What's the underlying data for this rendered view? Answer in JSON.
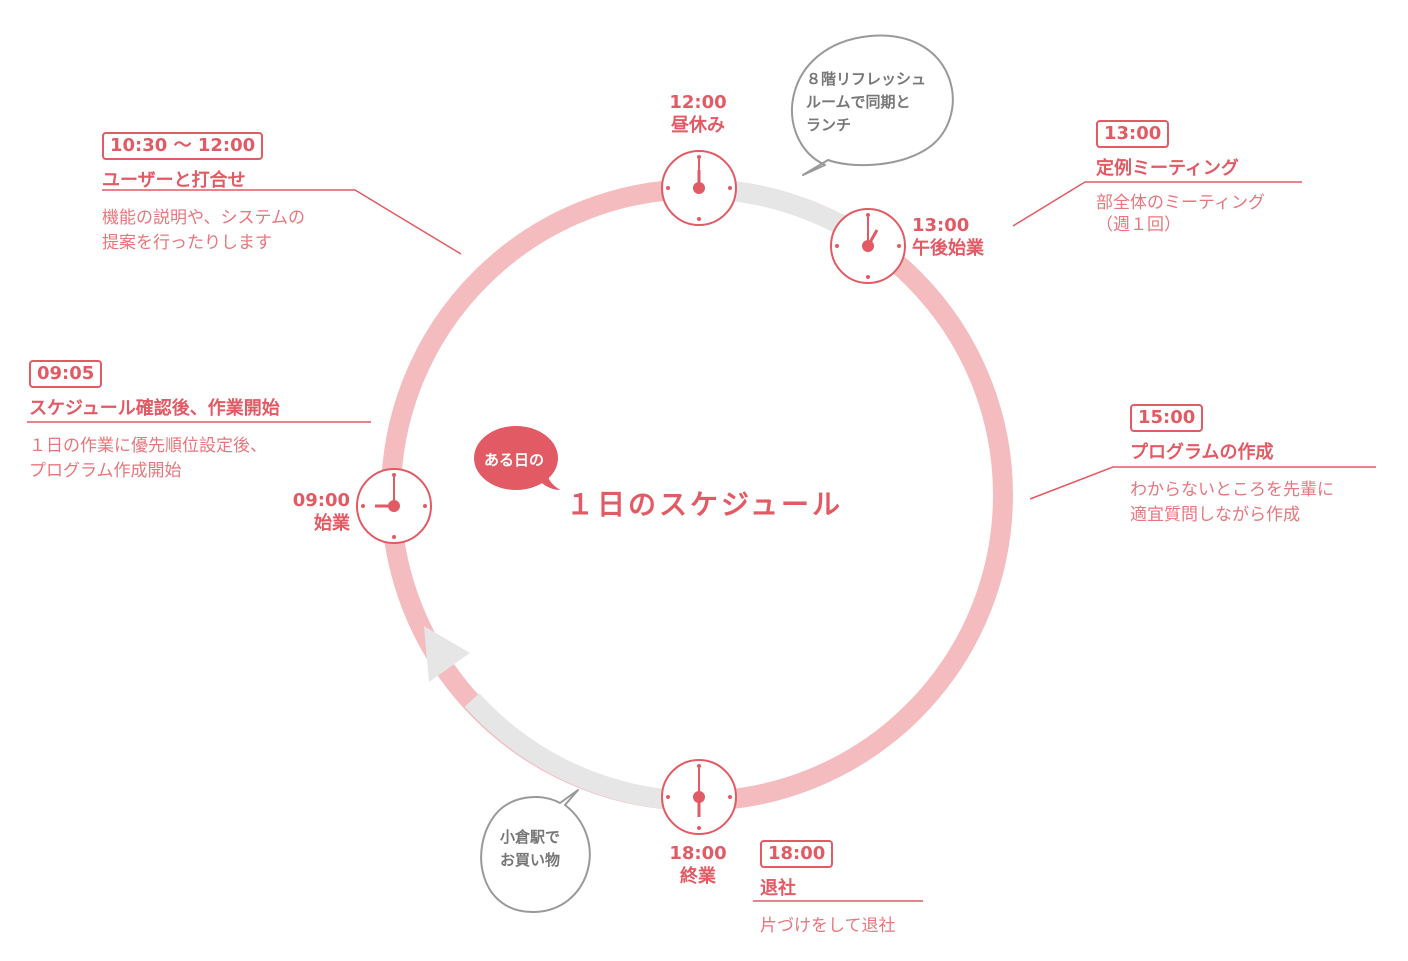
{
  "center": {
    "badge": "ある日の",
    "title": "１日のスケジュール"
  },
  "clocks": {
    "c0900": {
      "time": "09:00",
      "label": "始業"
    },
    "c1200": {
      "time": "12:00",
      "label": "昼休み"
    },
    "c1300": {
      "time": "13:00",
      "label": "午後始業"
    },
    "c1800": {
      "time": "18:00",
      "label": "終業"
    }
  },
  "events": {
    "e1030": {
      "time": "10:30 〜 12:00",
      "title": "ユーザーと打合せ",
      "desc": [
        "機能の説明や、システムの",
        "提案を行ったりします"
      ]
    },
    "e0905": {
      "time": "09:05",
      "title": "スケジュール確認後、作業開始",
      "desc": [
        "１日の作業に優先順位設定後、",
        "プログラム作成開始"
      ]
    },
    "e1300": {
      "time": "13:00",
      "title": "定例ミーティング",
      "desc": [
        "部全体のミーティング",
        "（週１回）"
      ]
    },
    "e1500": {
      "time": "15:00",
      "title": "プログラムの作成",
      "desc": [
        "わからないところを先輩に",
        "適宜質問しながら作成"
      ]
    },
    "e1800": {
      "time": "18:00",
      "title": "退社",
      "desc": [
        "片づけをして退社"
      ]
    }
  },
  "bubbles": {
    "lunch": [
      "８階リフレッシュ",
      "ルームで同期と",
      "ランチ"
    ],
    "shopping": [
      "小倉駅で",
      "お買い物"
    ]
  },
  "colors": {
    "accent": "#e25a63",
    "ring_pink": "#f5bcbf",
    "ring_gray": "#e6e6e6",
    "bubble_stroke": "#999999"
  },
  "icons": [
    "clock-icon",
    "speech-bubble-icon",
    "arrow-icon"
  ]
}
